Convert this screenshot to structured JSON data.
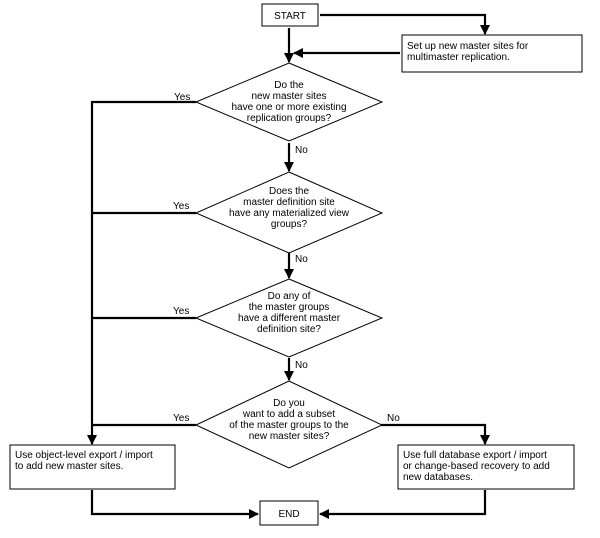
{
  "start_label": "START",
  "end_label": "END",
  "setup_box": {
    "lines": [
      "Set up new master sites for",
      "multimaster replication."
    ]
  },
  "decisions": [
    {
      "lines": [
        "Do the",
        "new master sites",
        "have one or more existing",
        "replication groups?"
      ],
      "yes_label": "Yes",
      "no_label": "No"
    },
    {
      "lines": [
        "Does the",
        "master definition site",
        "have any materialized view",
        "groups?"
      ],
      "yes_label": "Yes",
      "no_label": "No"
    },
    {
      "lines": [
        "Do any of",
        "the master groups",
        "have a different master",
        "definition site?"
      ],
      "yes_label": "Yes",
      "no_label": "No"
    },
    {
      "lines": [
        "Do you",
        "want to add a subset",
        "of the master groups to the",
        "new master sites?"
      ],
      "yes_label": "Yes",
      "no_label": "No"
    }
  ],
  "object_export_box": {
    "lines": [
      "Use object-level export / import",
      "to add new master sites."
    ]
  },
  "full_export_box": {
    "lines": [
      "Use full database export / import",
      "or change-based recovery to add",
      "new databases."
    ]
  }
}
